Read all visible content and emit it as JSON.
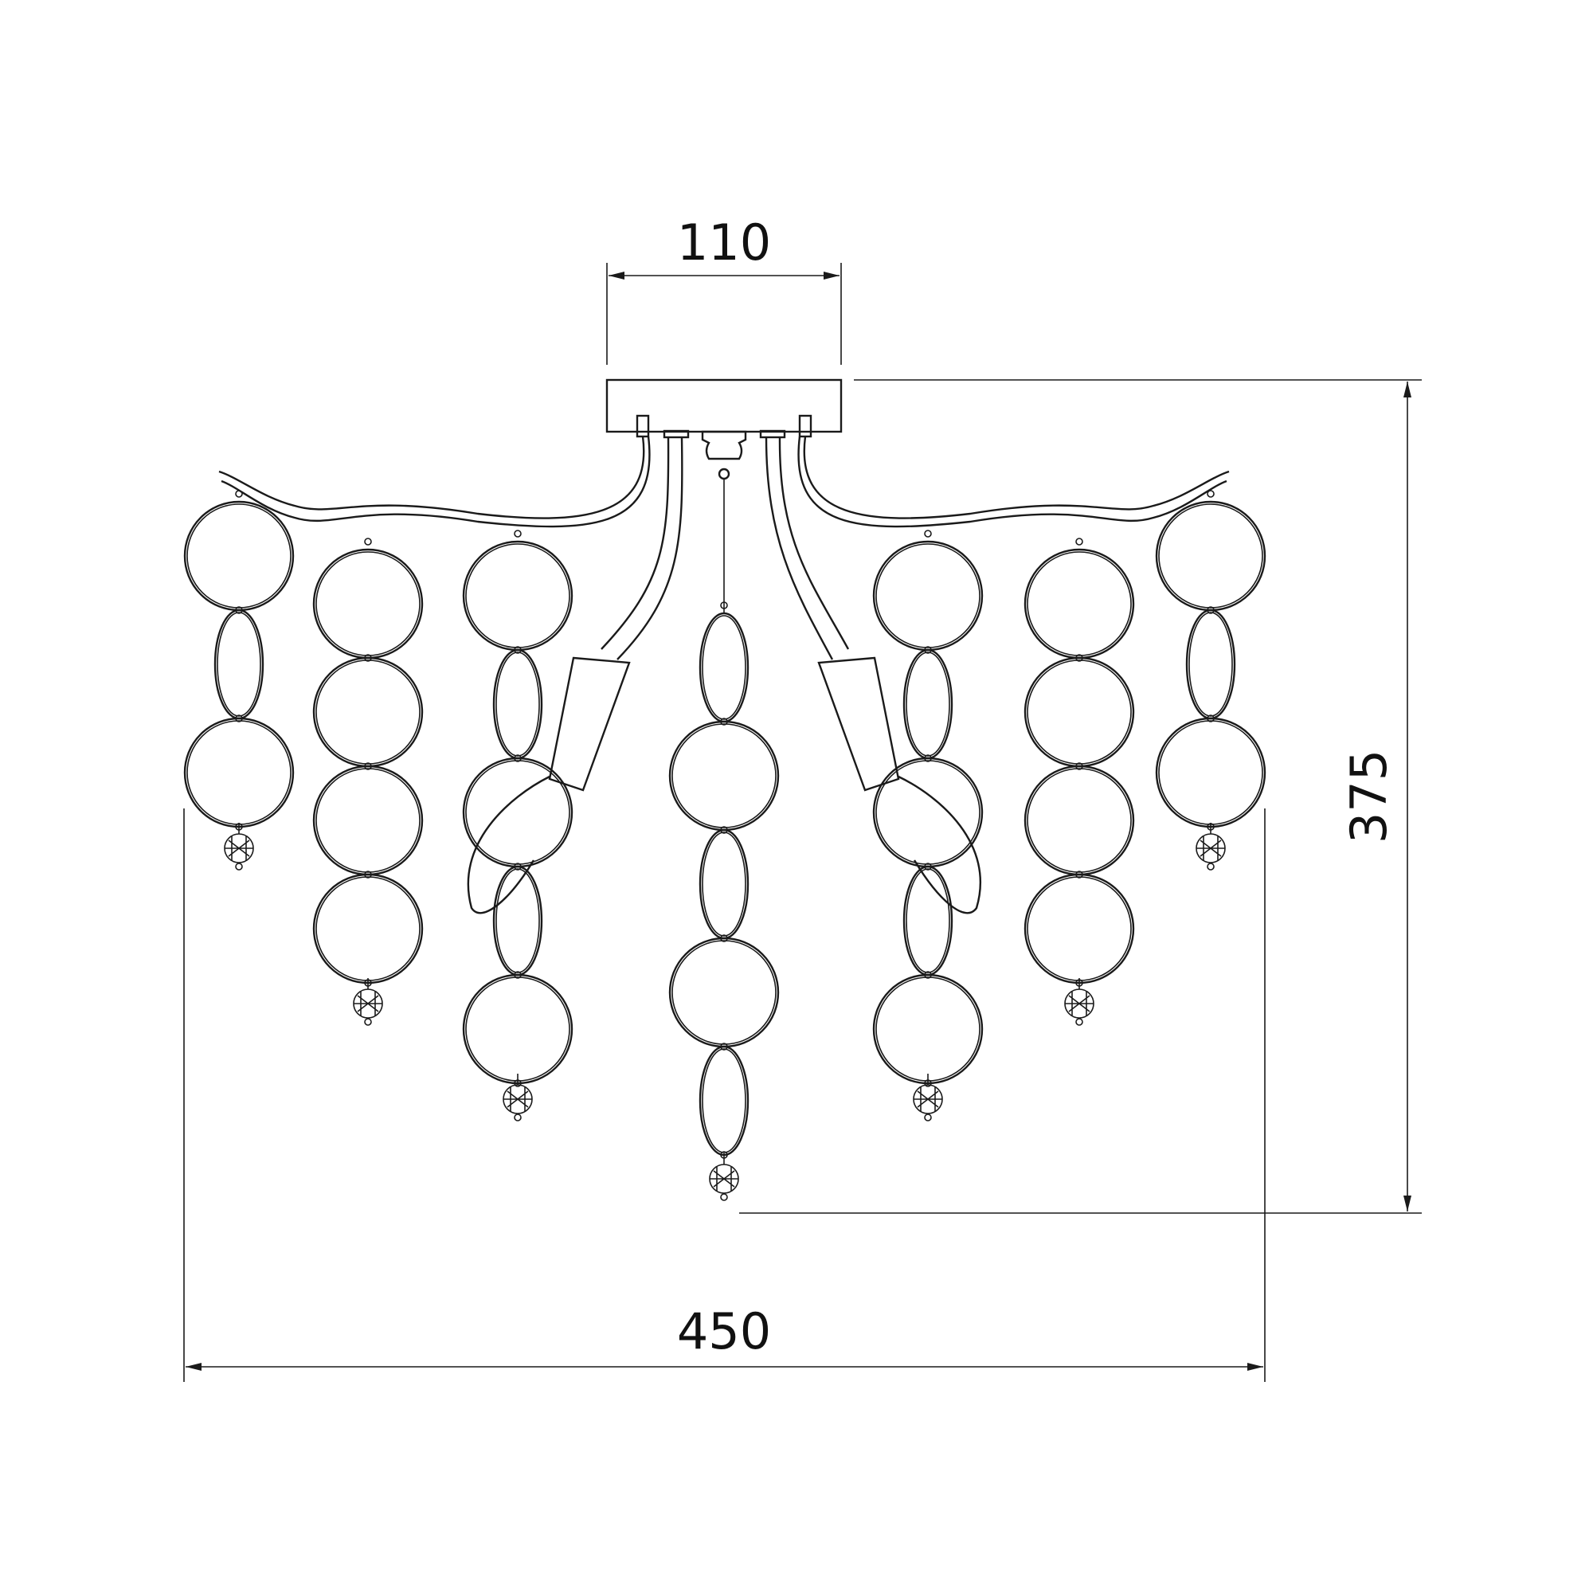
{
  "dimensions": {
    "canopy_width": {
      "label": "110"
    },
    "total_width": {
      "label": "450"
    },
    "total_height": {
      "label": "375"
    }
  },
  "colors": {
    "line": "#1a1a1a",
    "background": "#ffffff"
  }
}
